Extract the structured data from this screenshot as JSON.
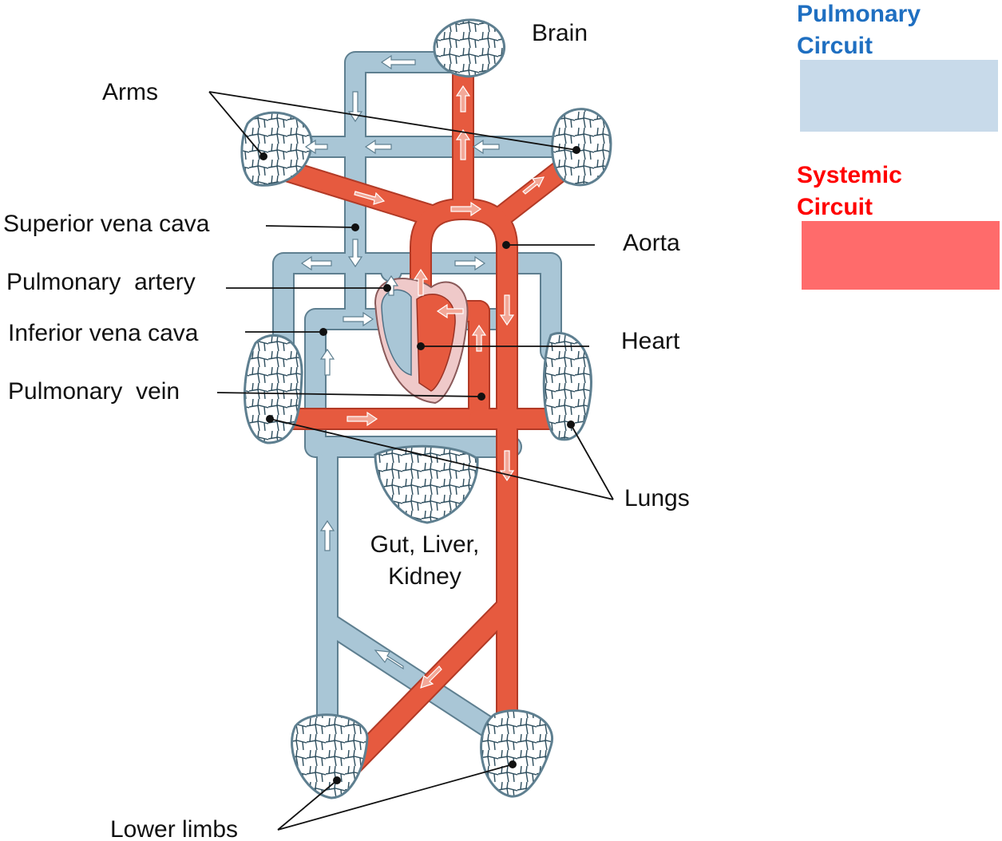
{
  "labels": {
    "brain": "Brain",
    "arms": "Arms",
    "superior_vena_cava": "Superior vena cava",
    "pulmonary_artery": "Pulmonary  artery",
    "inferior_vena_cava": "Inferior vena cava",
    "pulmonary_vein": "Pulmonary  vein",
    "aorta": "Aorta",
    "heart": "Heart",
    "lungs": "Lungs",
    "gut_line1": "Gut, Liver,",
    "gut_line2": "Kidney",
    "lower_limbs": "Lower limbs"
  },
  "legend": {
    "pulmonary": {
      "line1": "Pulmonary",
      "line2": "Circuit",
      "text_color": "#1F6FC1",
      "swatch_color": "#C8DAEA"
    },
    "systemic": {
      "line1": "Systemic",
      "line2": "Circuit",
      "text_color": "#FF0000",
      "swatch_color": "#FF6B6B"
    }
  },
  "colors": {
    "deoxygenated_vessel": "#A9C6D6",
    "oxygenated_vessel": "#E65A3F",
    "capillary_outline": "#2E4E5E",
    "pointer": "#111111"
  }
}
